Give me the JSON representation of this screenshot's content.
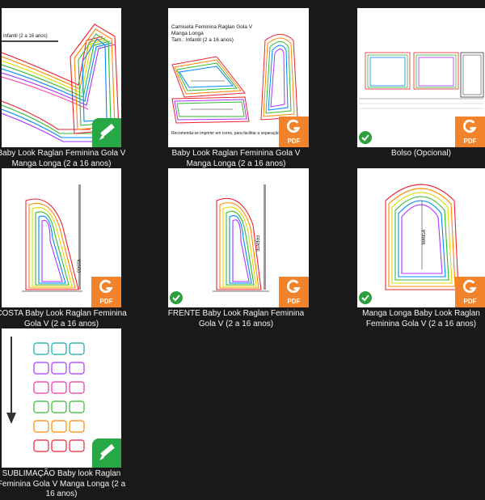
{
  "files": [
    {
      "caption": "Baby Look Raglan Feminina Gola V Manga Longa (2 a 16 anos)",
      "thumb_text": [
        "Infantil (2 a 16 anos)"
      ],
      "overlay": "edit",
      "status": ""
    },
    {
      "caption": "Baby Look Raglan Feminina Gola V Manga Longa (2 a 16 anos)",
      "thumb_text": [
        "Camiseta Feminina Raglan Gola V",
        "Manga Longa",
        "Tam.: Infantil (2 a 16 anos)",
        "Recomenda-se imprimir em cores, para facilitar a separação"
      ],
      "overlay": "pdf",
      "status": ""
    },
    {
      "caption": "Bolso (Opcional)",
      "thumb_text": [],
      "overlay": "pdf",
      "status": "synced"
    },
    {
      "caption": "COSTA Baby Look Raglan Feminina Gola V (2 a 16 anos)",
      "thumb_text": [
        "COSTA"
      ],
      "overlay": "pdf",
      "status": ""
    },
    {
      "caption": "FRENTE Baby Look Raglan Feminina Gola V (2 a 16 anos)",
      "thumb_text": [
        "FRENTE"
      ],
      "overlay": "pdf",
      "status": "synced"
    },
    {
      "caption": "Manga Longa Baby Look Raglan Feminina Gola V (2 a 16 anos)",
      "thumb_text": [
        "MANGA"
      ],
      "overlay": "pdf",
      "status": "synced"
    },
    {
      "caption": "SUBLIMAÇÃO Baby look Raglan Feminina Gola V Manga Longa (2 a 16 anos)",
      "thumb_text": [],
      "overlay": "edit",
      "status": ""
    }
  ],
  "badge": {
    "pdf_label": "PDF"
  },
  "colors": {
    "background": "#191919",
    "pdf_orange": "#f3832a",
    "sync_green": "#2e9f3e",
    "edit_green": "#27a844"
  },
  "icons": {
    "synced": "check-circle-icon",
    "pdf": "pdf-file-icon",
    "edit": "pen-edit-icon"
  }
}
